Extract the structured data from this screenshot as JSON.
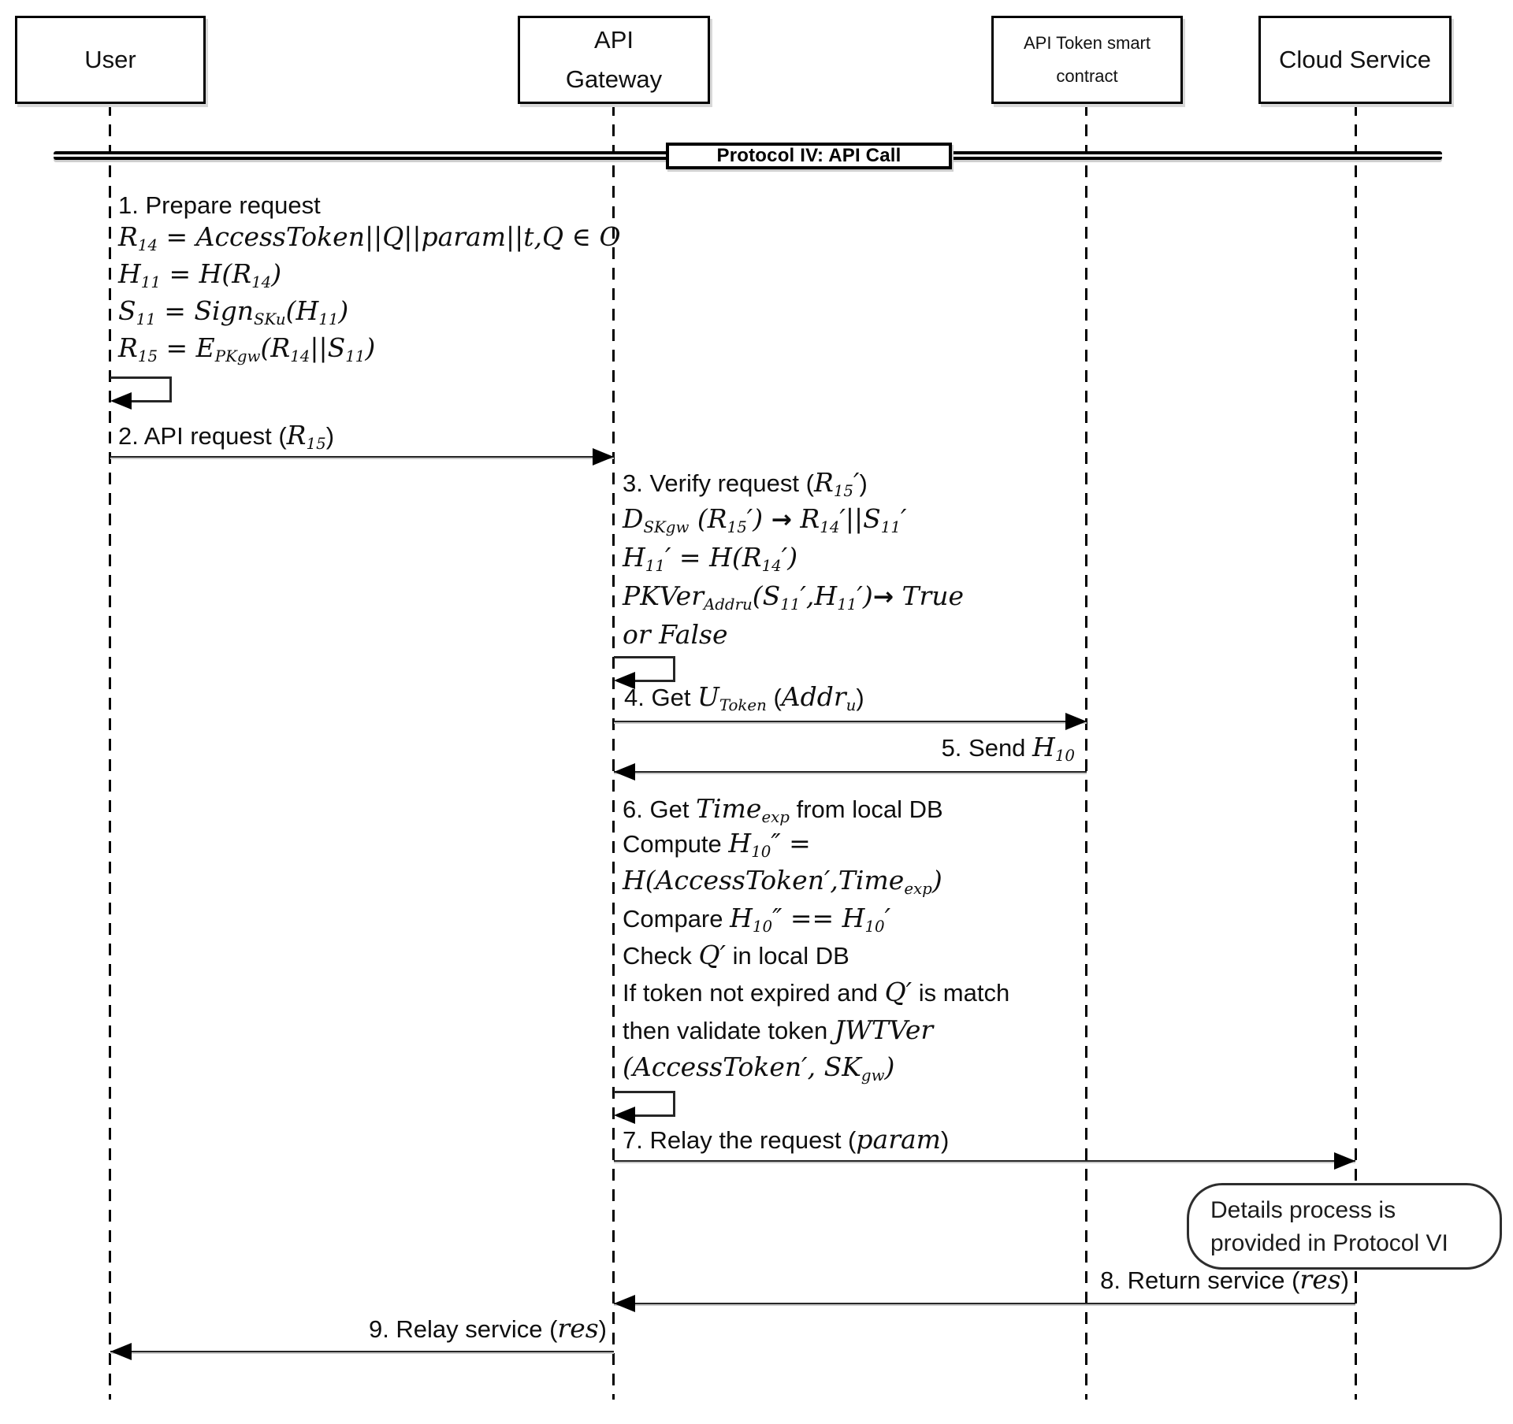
{
  "diagram": {
    "banner": {
      "label": "Protocol IV: API Call"
    },
    "participants": [
      {
        "id": "user",
        "lines": [
          "User"
        ]
      },
      {
        "id": "gateway",
        "lines": [
          "API",
          "Gateway"
        ]
      },
      {
        "id": "contract",
        "lines": [
          "API Token smart",
          "contract"
        ]
      },
      {
        "id": "cloud",
        "lines": [
          "Cloud Service"
        ]
      }
    ],
    "messages": [
      {
        "num": "1",
        "label": "1. Prepare request",
        "details": [
          "«R_{14} = AccessToken||Q||param||t,Q ∈ O»",
          "«H_{11} = H(R_{14})»",
          "«S_{11} = Sign_{SKu}(H_{11})»",
          "«R_{15} = E_{PKgw}(R_{14}||S_{11})»"
        ]
      },
      {
        "num": "2",
        "label": "2. API request («R_{15}»)"
      },
      {
        "num": "3",
        "label": "3. Verify request («R_{15}′»)",
        "details": [
          "«D_{SKgw} (R_{15}′) → R_{14}′||S_{11}′»",
          "«H_{11}′ = H(R_{14}′)»",
          "«PKVer_{Addru}(S_{11}′,H_{11}′)→ True»",
          "«or False»"
        ]
      },
      {
        "num": "4",
        "label": "4. Get «U_{Token}» («Addr_{u}»)"
      },
      {
        "num": "5",
        "label": "5. Send «H_{10}»"
      },
      {
        "num": "6",
        "label": "6. Get «Time_{exp}» from local DB",
        "details": [
          "Compute «H_{10}″ =»",
          "«H(AccessToken′,Time_{exp})»",
          "Compare «H_{10}″ == H_{10}′»",
          "Check «Q′» in local DB",
          "If token not expired and «Q′» is match",
          "then validate token «JWTVer»",
          "«(AccessToken′, SK_{gw})»"
        ]
      },
      {
        "num": "7",
        "label": "7. Relay the request («param»)"
      },
      {
        "num": "8",
        "label": "8. Return service («res»)"
      },
      {
        "num": "9",
        "label": "9. Relay service («res»)"
      }
    ],
    "note": {
      "lines": [
        "Details process is",
        "provided in Protocol VI"
      ]
    }
  },
  "colors": {
    "ink": "#000000",
    "background": "#ffffff"
  }
}
